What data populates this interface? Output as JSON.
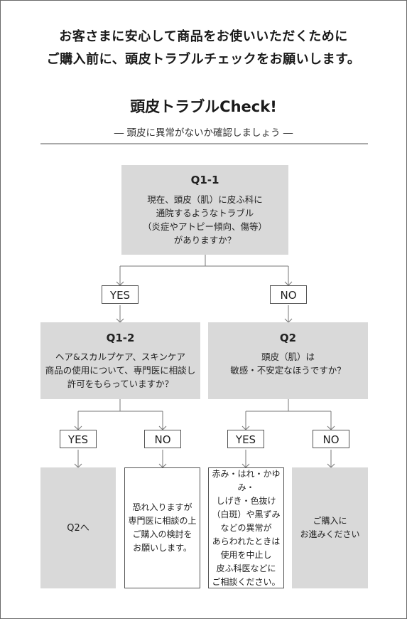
{
  "intro": {
    "line1": "お客さまに安心して商品をお使いいただくために",
    "line2": "ご購入前に、頭皮トラブルチェックをお願いします。"
  },
  "title": "頭皮トラブルCheck!",
  "subtitle": "― 頭皮に異常がないか確認しましょう ―",
  "q1_1": {
    "id": "Q1-1",
    "lines": [
      "現在、頭皮（肌）に皮ふ科に",
      "通院するようなトラブル",
      "（炎症やアトピー傾向、傷等）",
      "がありますか？"
    ]
  },
  "q1_2": {
    "id": "Q1-2",
    "lines": [
      "ヘア&スカルプケア、スキンケア",
      "商品の使用について、専門医に相談し",
      "許可をもらっていますか？"
    ]
  },
  "q2": {
    "id": "Q2",
    "lines": [
      "頭皮（肌）は",
      "敏感・不安定なほうですか？"
    ]
  },
  "answers": {
    "yes": "YES",
    "no": "NO"
  },
  "results": {
    "to_q2": "Q2へ",
    "consult": [
      "恐れ入りますが",
      "専門医に相談の上",
      "ご購入の検討を",
      "お願いします。"
    ],
    "caution": [
      "赤み・はれ・かゆみ・",
      "しげき・色抜け",
      "（白斑）や黒ずみ",
      "などの異常が",
      "あらわれたときは",
      "使用を中止し",
      "皮ふ科医などに",
      "ご相談ください。"
    ],
    "proceed": [
      "ご購入に",
      "お進みください"
    ]
  },
  "colors": {
    "box_gray": "#d9d9d9",
    "line": "#777777",
    "border": "#555555"
  }
}
